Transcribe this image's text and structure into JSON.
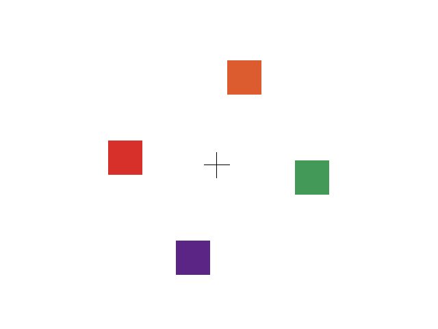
{
  "stimuli": {
    "fixation": {
      "symbol": "plus-icon"
    },
    "squares": [
      {
        "id": "orange",
        "color": "#dd5c2f"
      },
      {
        "id": "red",
        "color": "#d7302a"
      },
      {
        "id": "green",
        "color": "#439958"
      },
      {
        "id": "purple",
        "color": "#5b2585"
      }
    ]
  }
}
